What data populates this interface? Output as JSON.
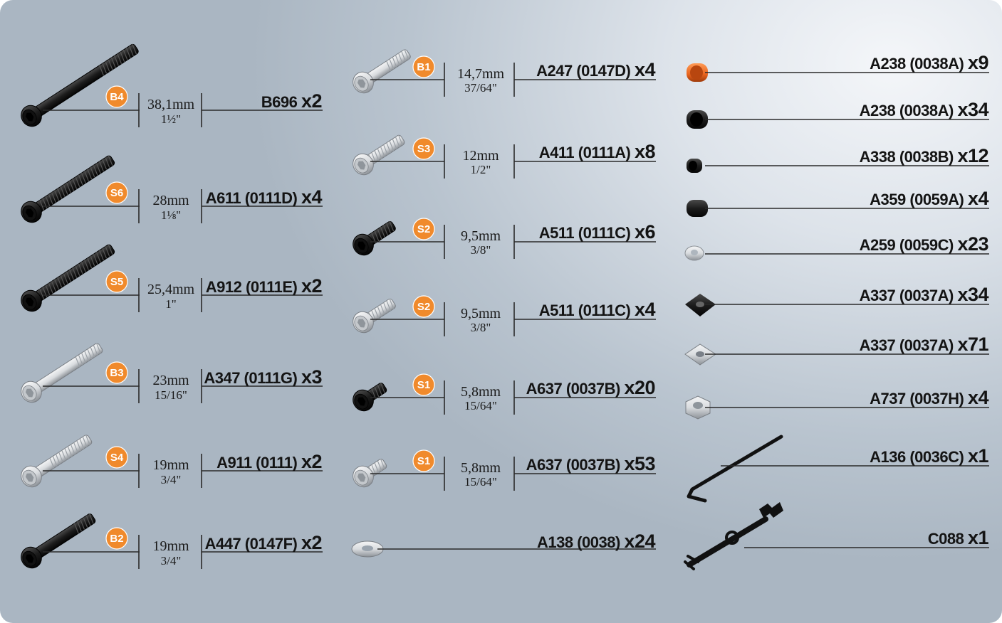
{
  "colors": {
    "badge": "#f08a2c",
    "black_part": "#1c1c1c",
    "silver_part": "#d9dcdf",
    "orange_spacer": "#e8641e",
    "line": "#2a2a2a"
  },
  "screws_left": [
    {
      "badge": "B4",
      "mm": "38,1mm",
      "inch": "1½\"",
      "code": "B696",
      "qty": "x2",
      "finish": "black"
    },
    {
      "badge": "S6",
      "mm": "28mm",
      "inch": "1⅛\"",
      "code": "A611 (0111D)",
      "qty": "x4",
      "finish": "black"
    },
    {
      "badge": "S5",
      "mm": "25,4mm",
      "inch": "1\"",
      "code": "A912 (0111E)",
      "qty": "x2",
      "finish": "black"
    },
    {
      "badge": "B3",
      "mm": "23mm",
      "inch": "15/16\"",
      "code": "A347 (0111G)",
      "qty": "x3",
      "finish": "silver"
    },
    {
      "badge": "S4",
      "mm": "19mm",
      "inch": "3/4\"",
      "code": "A911 (0111)",
      "qty": "x2",
      "finish": "silver"
    },
    {
      "badge": "B2",
      "mm": "19mm",
      "inch": "3/4\"",
      "code": "A447 (0147F)",
      "qty": "x2",
      "finish": "black"
    }
  ],
  "screws_middle": [
    {
      "badge": "B1",
      "mm": "14,7mm",
      "inch": "37/64\"",
      "code": "A247 (0147D)",
      "qty": "x4",
      "finish": "silver"
    },
    {
      "badge": "S3",
      "mm": "12mm",
      "inch": "1/2\"",
      "code": "A411 (0111A)",
      "qty": "x8",
      "finish": "silver"
    },
    {
      "badge": "S2",
      "mm": "9,5mm",
      "inch": "3/8\"",
      "code": "A511 (0111C)",
      "qty": "x6",
      "finish": "black"
    },
    {
      "badge": "S2",
      "mm": "9,5mm",
      "inch": "3/8\"",
      "code": "A511 (0111C)",
      "qty": "x4",
      "finish": "silver"
    },
    {
      "badge": "S1",
      "mm": "5,8mm",
      "inch": "15/64\"",
      "code": "A637 (0037B)",
      "qty": "x20",
      "finish": "black"
    },
    {
      "badge": "S1",
      "mm": "5,8mm",
      "inch": "15/64\"",
      "code": "A637 (0037B)",
      "qty": "x53",
      "finish": "silver"
    }
  ],
  "washer": {
    "code": "A138 (0038)",
    "qty": "x24"
  },
  "parts_right": [
    {
      "code": "A238 (0038A)",
      "qty": "x9",
      "kind": "spacer-orange"
    },
    {
      "code": "A238 (0038A)",
      "qty": "x34",
      "kind": "spacer-black"
    },
    {
      "code": "A338 (0038B)",
      "qty": "x12",
      "kind": "spacer-small"
    },
    {
      "code": "A359 (0059A)",
      "qty": "x4",
      "kind": "grub-screw"
    },
    {
      "code": "A259 (0059C)",
      "qty": "x23",
      "kind": "small-washer"
    },
    {
      "code": "A337 (0037A)",
      "qty": "x34",
      "kind": "square-nut-black"
    },
    {
      "code": "A337 (0037A)",
      "qty": "x71",
      "kind": "square-nut-silver"
    },
    {
      "code": "A737 (0037H)",
      "qty": "x4",
      "kind": "lock-nut"
    },
    {
      "code": "A136 (0036C)",
      "qty": "x1",
      "kind": "hex-key"
    },
    {
      "code": "C088",
      "qty": "x1",
      "kind": "wrench"
    }
  ]
}
